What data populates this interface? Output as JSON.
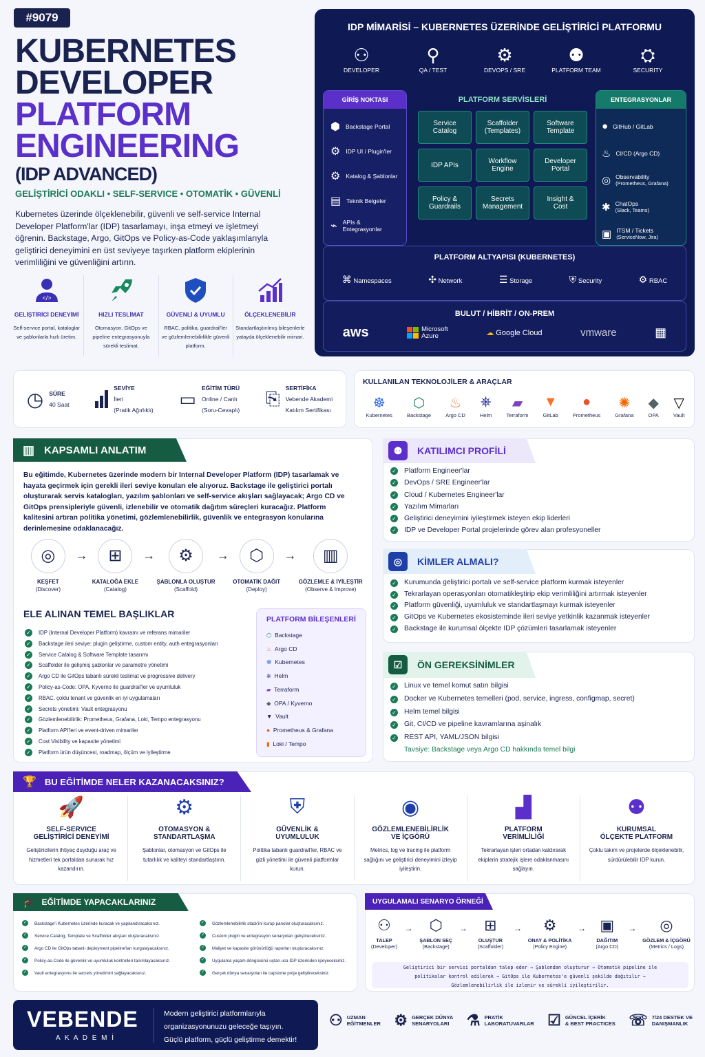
{
  "badge": "#9079",
  "title": {
    "l1": "KUBERNETES",
    "l2": "DEVELOPER",
    "l3": "PLATFORM",
    "l4": "ENGINEERING",
    "l5": "(IDP ADVANCED)"
  },
  "tagline": "GELİŞTİRİCİ ODAKLI • SELF-SERVICE • OTOMATİK • GÜVENLİ",
  "intro": "Kubernetes üzerinde ölçeklenebilir, güvenli ve self-service Internal Developer Platform'lar (IDP) tasarlamayı, inşa etmeyi ve işletmeyi öğrenin. Backstage, Argo, GitOps ve Policy-as-Code yaklaşımlarıyla geliştirici deneyimini en üst seviyeye taşırken platform ekiplerinin verimliliğini ve güvenliğini artırın.",
  "features": [
    {
      "icon": "developer-icon",
      "title": "GELİŞTİRİCİ DENEYİMİ",
      "desc": "Self-service portal, kataloglar ve şablonlarla hızlı üretim."
    },
    {
      "icon": "rocket-icon",
      "title": "HIZLI TESLİMAT",
      "desc": "Otomasyon, GitOps ve pipeline entegrasyonuyla sürekli teslimat."
    },
    {
      "icon": "shield-icon",
      "title": "GÜVENLİ & UYUMLU",
      "desc": "RBAC, politika, guardrail'ler ve gözlemlenebilirlikle güvenli platform."
    },
    {
      "icon": "growth-chart-icon",
      "title": "ÖLÇEKLENEBİLİR",
      "desc": "Standartlaştırılmış bileşenlerle yatayda ölçeklenebilir mimari."
    }
  ],
  "arch": {
    "title": "IDP MİMARİSİ – KUBERNETES ÜZERİNDE GELİŞTİRİCİ PLATFORMU",
    "roles": [
      "DEVELOPER",
      "QA / TEST",
      "DEVOPS / SRE",
      "PLATFORM TEAM",
      "SECURITY"
    ],
    "entry_title": "GİRİŞ NOKTASI",
    "entry_items": [
      "Backstage Portal",
      "IDP UI / Plugin'ler",
      "Katalog & Şablonlar",
      "Teknik Belgeler",
      "APIs & Entegrasyonlar"
    ],
    "services_title": "PLATFORM SERVİSLERİ",
    "services": [
      [
        "Service",
        "Catalog"
      ],
      [
        "Scaffolder",
        "(Templates)"
      ],
      [
        "Software",
        "Template"
      ],
      [
        "IDP APIs",
        ""
      ],
      [
        "Workflow",
        "Engine"
      ],
      [
        "Developer",
        "Portal"
      ],
      [
        "Policy &",
        "Guardrails"
      ],
      [
        "Secrets",
        "Management"
      ],
      [
        "Insight &",
        "Cost"
      ]
    ],
    "integ_title": "ENTEGRASYONLAR",
    "integrations": [
      [
        "GitHub / GitLab",
        ""
      ],
      [
        "CI/CD (Argo CD)",
        ""
      ],
      [
        "Observability",
        "(Prometheus, Grafana)"
      ],
      [
        "ChatOps",
        "(Slack, Teams)"
      ],
      [
        "ITSM / Tickets",
        "(ServiceNow, Jira)"
      ]
    ],
    "infra_title": "PLATFORM ALTYAPISI (KUBERNETES)",
    "infra": [
      "Namespaces",
      "Network",
      "Storage",
      "Security",
      "RBAC"
    ],
    "cloud_title": "BULUT / HİBRİT / ON-PREM",
    "clouds": {
      "aws": "aws",
      "azure_1": "Microsoft",
      "azure_2": "Azure",
      "gcp": "Google Cloud",
      "vmware": "vmware"
    }
  },
  "meta": [
    {
      "k": "SÜRE",
      "v1": "40 Saat",
      "v2": ""
    },
    {
      "k": "SEVİYE",
      "v1": "İleri",
      "v2": "(Pratik Ağırlıklı)"
    },
    {
      "k": "EĞİTİM TÜRÜ",
      "v1": "Online / Canlı",
      "v2": "(Soru-Cevaplı)"
    },
    {
      "k": "SERTİFİKA",
      "v1": "Vebende Akademi",
      "v2": "Katılım Sertifikası"
    }
  ],
  "tools_title": "KULLANILAN TEKNOLOJİLER & ARAÇLAR",
  "tools": [
    "Kubernetes",
    "Backstage",
    "Argo CD",
    "Helm",
    "Terraform",
    "GitLab",
    "Prometheus",
    "Grafana",
    "OPA",
    "Vault"
  ],
  "kapsam": {
    "title": "KAPSAMLI ANLATIM",
    "text": "Bu eğitimde, Kubernetes üzerinde modern bir Internal Developer Platform (IDP) tasarlamak ve hayata geçirmek için gerekli ileri seviye konuları ele alıyoruz. Backstage ile geliştirici portalı oluşturarak servis katalogları, yazılım şablonları ve self-service akışları sağlayacak; Argo CD ve GitOps prensipleriyle güvenli, izlenebilir ve otomatik dağıtım süreçleri kuracağız. Platform kalitesini artıran politika yönetimi, gözlemlenebilirlik, güvenlik ve entegrasyon konularına derinlemesine odaklanacağız.",
    "steps": [
      {
        "a": "KEŞFET",
        "b": "(Discover)"
      },
      {
        "a": "KATALOĞA EKLE",
        "b": "(Catalog)"
      },
      {
        "a": "ŞABLONLA OLUŞTUR",
        "b": "(Scaffold)"
      },
      {
        "a": "OTOMATİK DAĞIT",
        "b": "(Deploy)"
      },
      {
        "a": "GÖZLEMLE & İYİLEŞTİR",
        "b": "(Observe & Improve)"
      }
    ],
    "topics_title": "ELE ALINAN TEMEL BAŞLIKLAR",
    "topics": [
      "IDP (Internal Developer Platform) kavramı ve referans mimariler",
      "Backstage ileri seviye: plugin geliştirme, custom entity, auth entegrasyonları",
      "Service Catalog & Software Template tasarımı",
      "Scaffolder ile gelişmiş şablonlar ve parametre yönetimi",
      "Argo CD ile GitOps tabanlı sürekli teslimat ve progressive delivery",
      "Policy-as-Code: OPA, Kyverno ile guardrail'ler ve uyumluluk",
      "RBAC, çoklu tenant ve güvenlik en iyi uygulamaları",
      "Secrets yönetimi: Vault entegrasyonu",
      "Gözlemlenebilirlik: Prometheus, Grafana, Loki, Tempo entegrasyonu",
      "Platform API'leri ve event-driven mimariler",
      "Cost Visibility ve kapasite yönetimi",
      "Platform ürün düşüncesi, roadmap, ölçüm ve iyileştirme"
    ],
    "comp_title": "PLATFORM BİLEŞENLERİ",
    "components": [
      "Backstage",
      "Argo CD",
      "Kubernetes",
      "Helm",
      "Terraform",
      "OPA / Kyverno",
      "Vault",
      "Prometheus & Grafana",
      "Loki / Tempo"
    ]
  },
  "profile": {
    "title": "KATILIMCI PROFİLİ",
    "items": [
      "Platform Engineer'lar",
      "DevOps / SRE Engineer'lar",
      "Cloud / Kubernetes Engineer'lar",
      "Yazılım Mimarları",
      "Geliştirici deneyimini iyileştirmek isteyen ekip liderleri",
      "IDP ve Developer Portal projelerinde görev alan profesyoneller"
    ]
  },
  "who": {
    "title": "KİMLER ALMALI?",
    "items": [
      "Kurumunda geliştirici portalı ve self-service platform kurmak isteyenler",
      "Tekrarlayan operasyonları otomatikleştirip ekip verimliliğini artırmak isteyenler",
      "Platform güvenliği, uyumluluk ve standartlaşmayı kurmak isteyenler",
      "GitOps ve Kubernetes ekosisteminde ileri seviye yetkinlik kazanmak isteyenler",
      "Backstage ile kurumsal ölçekte IDP çözümleri tasarlamak isteyenler"
    ]
  },
  "prereq": {
    "title": "ÖN GEREKSİNİMLER",
    "items": [
      "Linux ve temel komut satırı bilgisi",
      "Docker ve Kubernetes temelleri (pod, service, ingress, configmap, secret)",
      "Helm temel bilgisi",
      "Git, CI/CD ve pipeline kavramlarına aşinalık",
      "REST API, YAML/JSON bilgisi"
    ],
    "tip": "Tavsiye: Backstage veya Argo CD hakkında temel bilgi"
  },
  "gains": {
    "title": "BU EĞİTİMDE NELER KAZANACAKSINIZ?",
    "items": [
      {
        "icon": "rocket-icon",
        "t1": "SELF-SERVICE",
        "t2": "GELİŞTİRİCİ DENEYİMİ",
        "d": "Geliştiricilerin ihtiyaç duyduğu araç ve hizmetleri tek portaldan sunarak hız kazandırın."
      },
      {
        "icon": "gears-icon",
        "t1": "OTOMASYON &",
        "t2": "STANDARTLAŞMA",
        "d": "Şablonlar, otomasyon ve GitOps ile tutarlılık ve kaliteyi standartlaştırın."
      },
      {
        "icon": "shield-icon",
        "t1": "GÜVENLİK &",
        "t2": "UYUMLULUK",
        "d": "Politika tabanlı guardrail'ler, RBAC ve gizli yönetimi ile güvenli platformlar kurun."
      },
      {
        "icon": "eye-icon",
        "t1": "GÖZLEMLENEBİLİRLİK",
        "t2": "VE İÇGÖRÜ",
        "d": "Metrics, log ve tracing ile platform sağlığını ve geliştirici deneyimini izleyip iyileştirin."
      },
      {
        "icon": "bar-chart-icon",
        "t1": "PLATFORM",
        "t2": "VERİMLİLİĞİ",
        "d": "Tekrarlayan işleri ortadan kaldırarak ekiplerin stratejik işlere odaklanmasını sağlayın."
      },
      {
        "icon": "team-icon",
        "t1": "KURUMSAL",
        "t2": "ÖLÇEKTE PLATFORM",
        "d": "Çoklu takım ve projelerde ölçeklenebilir, sürdürülebilir IDP kurun."
      }
    ]
  },
  "doing": {
    "title": "EĞİTİMDE YAPACAKLARINIZ",
    "left": [
      "Backstage'i Kubernetes üzerinde kuracak ve yapılandıracaksınız.",
      "Service Catalog, Template ve Scaffolder akışları oluşturacaksınız.",
      "Argo CD ile GitOps tabanlı deployment pipeline'ları kurgulayacaksınız.",
      "Policy-as-Code ile güvenlik ve uyumluluk kontrolleri tanımlayacaksınız.",
      "Vault entegrasyonu ile secrets yönetimini sağlayacaksınız."
    ],
    "right": [
      "Gözlemlenebilirlik stack'ini kurup panolar oluşturacaksınız.",
      "Custom plugin ve entegrasyon senaryoları geliştireceksiniz.",
      "Maliyet ve kapasite görünürlüğü raporları oluşturacaksınız.",
      "Uygulama yaşam döngüsünü uçtan uca IDP üzerinden işleyeceksiniz.",
      "Gerçek dünya senaryoları ile capstone proje geliştireceksiniz."
    ]
  },
  "scenario": {
    "title": "UYGULAMALI SENARYO ÖRNEĞİ",
    "steps": [
      {
        "a": "TALEP",
        "b": "(Developer)"
      },
      {
        "a": "ŞABLON SEÇ",
        "b": "(Backstage)"
      },
      {
        "a": "OLUŞTUR",
        "b": "(Scaffolder)"
      },
      {
        "a": "ONAY & POLİTİKA",
        "b": "(Policy Engine)"
      },
      {
        "a": "DAĞITIM",
        "b": "(Argo CD)"
      },
      {
        "a": "GÖZLEM & İÇGÖRÜ",
        "b": "(Metrics / Logs)"
      }
    ],
    "l1": "Geliştirici bir servisi portaldan talep eder → Şablondan oluşturur → Otomatik pipeline ile",
    "l2": "politikalar kontrol edilerek → GitOps ile Kubernetes'e güvenli şekilde dağıtılır →",
    "l3": "Gözlemlenebilirlik ile izlenir ve sürekli iyileştirilir."
  },
  "footer": {
    "brand": "VEBENDE",
    "brand_sub": "A K A D E M İ",
    "slogan1": "Modern geliştirici platformlarıyla",
    "slogan2": "organizasyonunuzu geleceğe taşıyın.",
    "slogan3": "Güçlü platform, güçlü geliştirme demektir!",
    "perks": [
      {
        "icon": "expert-icon",
        "a": "UZMAN",
        "b": "EĞİTMENLER"
      },
      {
        "icon": "gear-icon",
        "a": "GERÇEK DÜNYA",
        "b": "SENARYOLARI"
      },
      {
        "icon": "flask-icon",
        "a": "PRATİK",
        "b": "LABORATUVARLAR"
      },
      {
        "icon": "checklist-icon",
        "a": "GÜNCEL İÇERİK",
        "b": "& BEST PRACTICES"
      },
      {
        "icon": "chat-icon",
        "a": "7/24 DESTEK VE",
        "b": "DANIŞMANLIK"
      }
    ]
  },
  "colors": {
    "navy": "#1a2350",
    "purple": "#5b2fc9",
    "green": "#1a7a55",
    "dark": "#0f1a55"
  }
}
